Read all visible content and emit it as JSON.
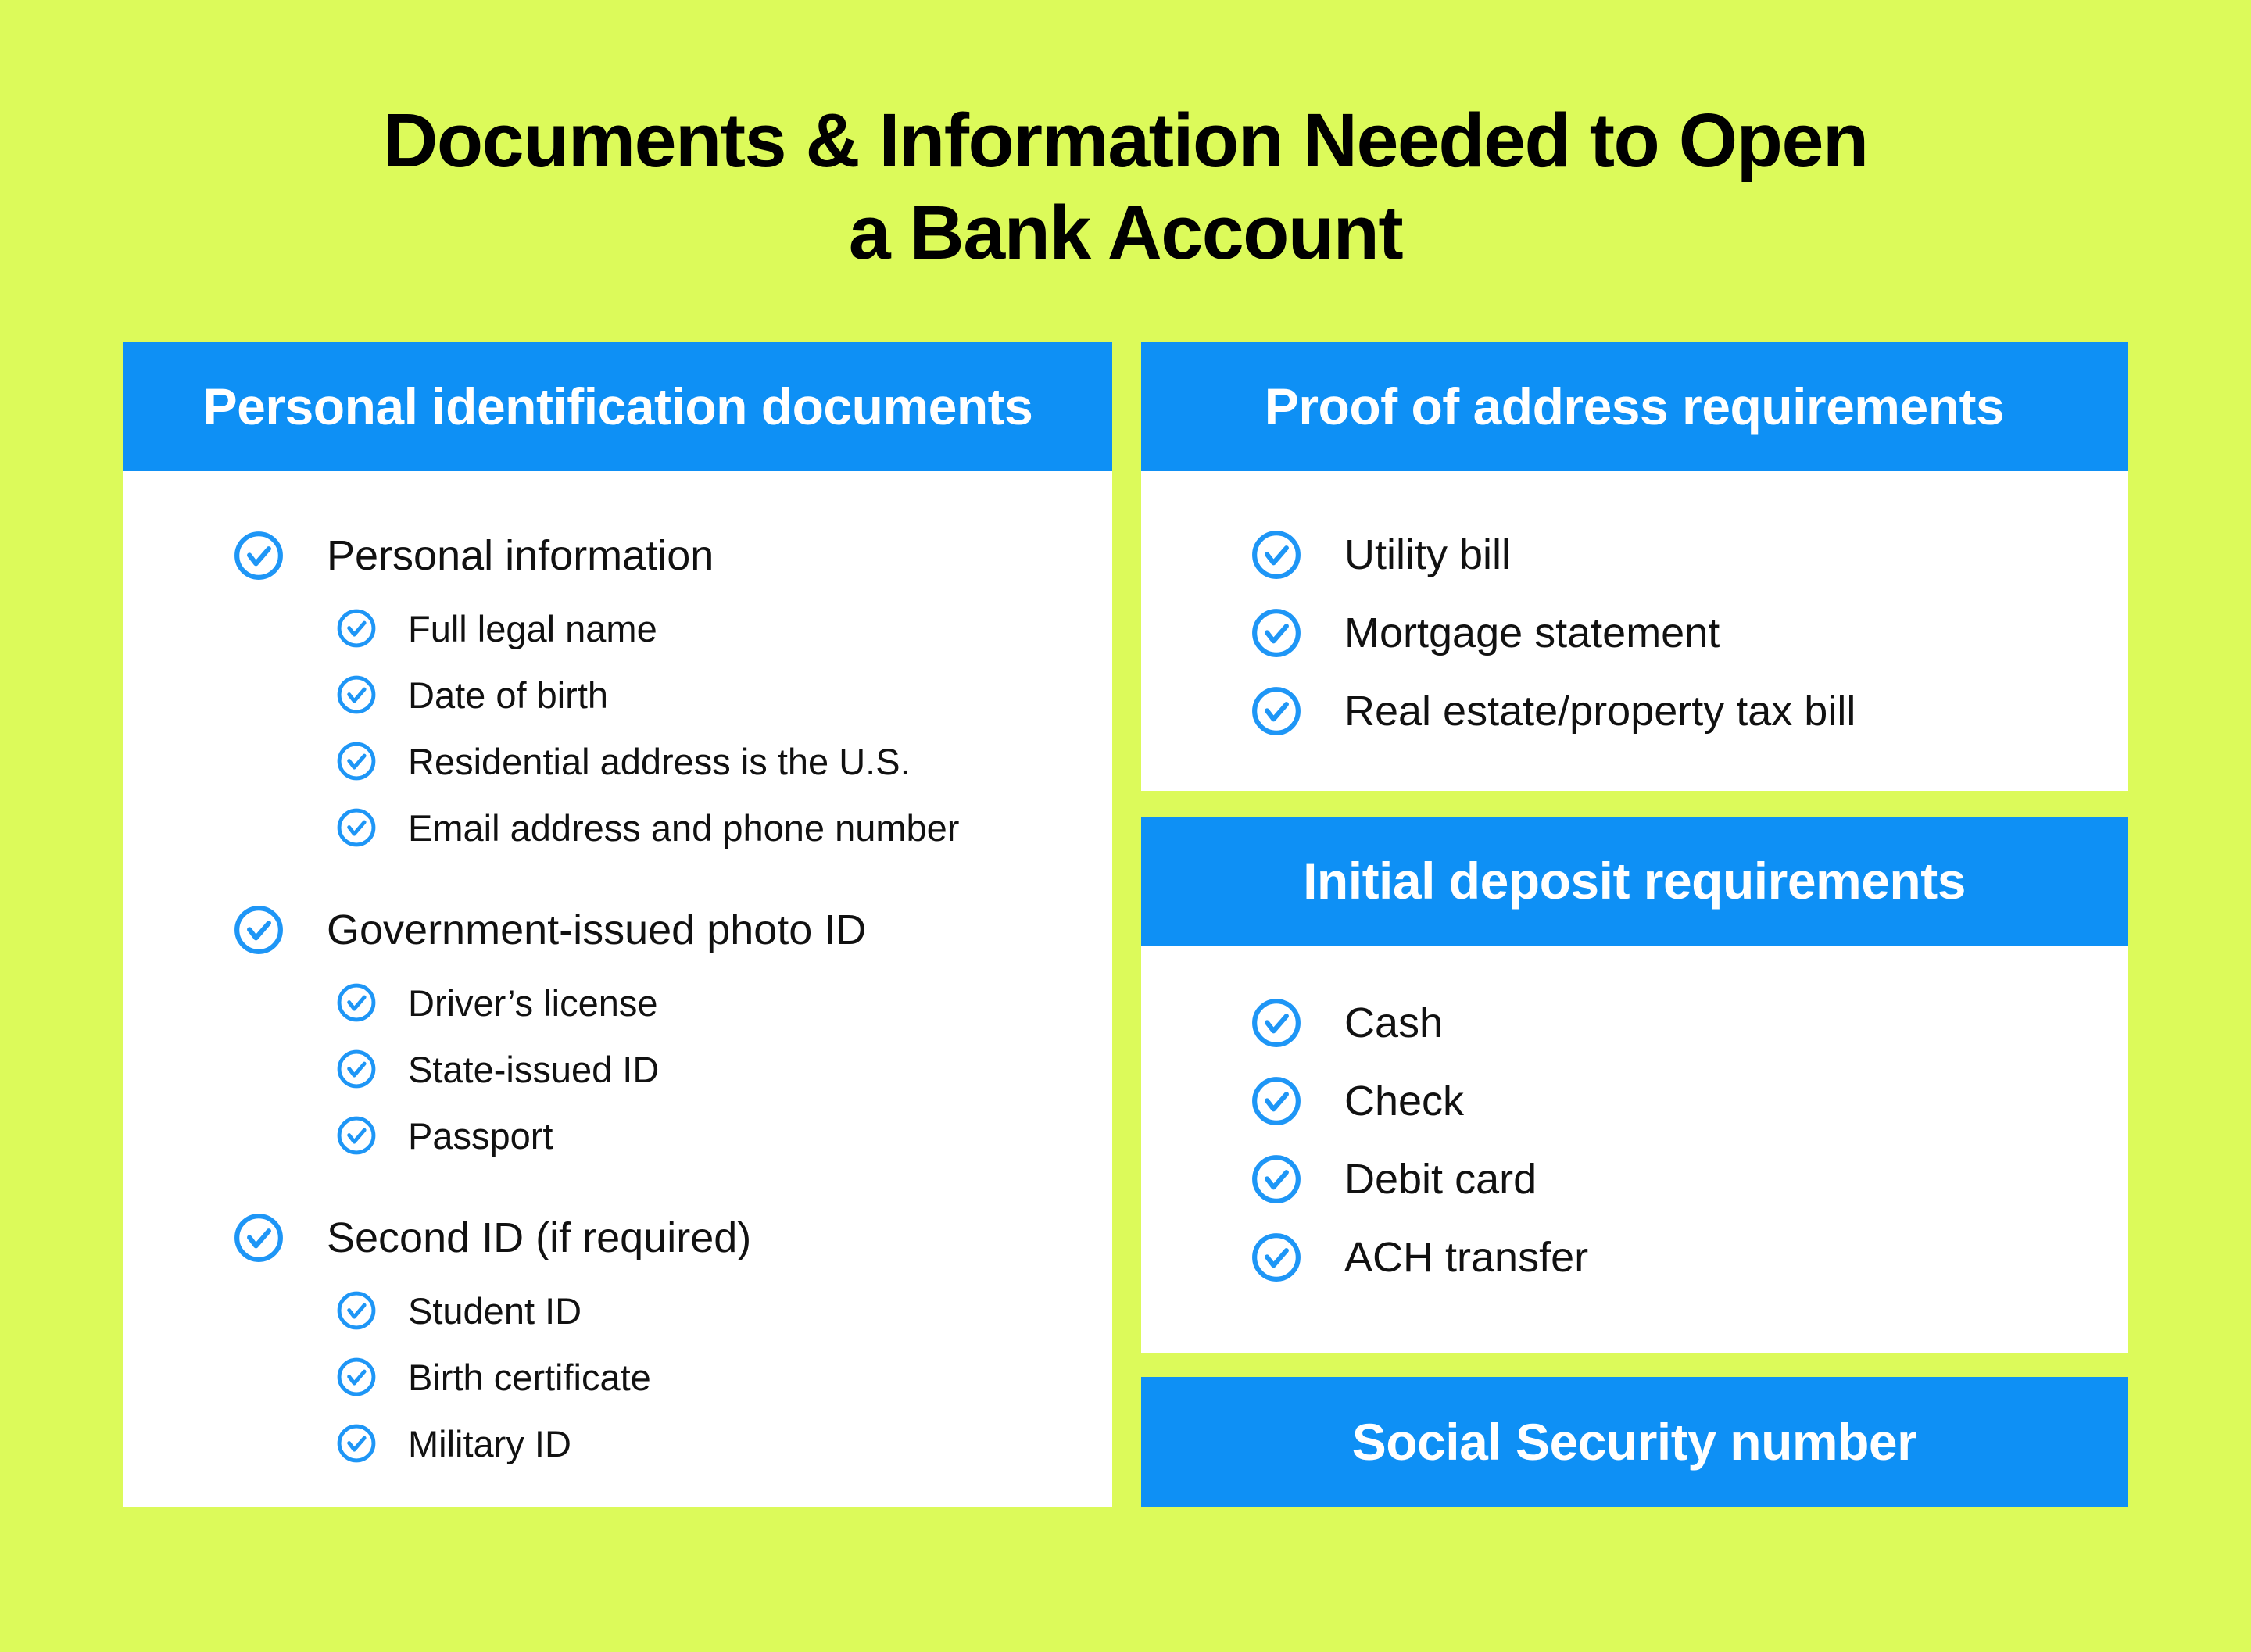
{
  "title": {
    "line1": "Documents & Information Needed to Open",
    "line2": "a Bank Account"
  },
  "colors": {
    "background": "#DCFA5A",
    "accent_blue": "#0E90F5",
    "check_icon_blue": "#1E96F6",
    "panel_white": "#FFFFFF",
    "text_black": "#000000"
  },
  "icons": {
    "check": "check-circle-icon"
  },
  "left_panel": {
    "header": "Personal identification documents",
    "groups": [
      {
        "label": "Personal information",
        "items": [
          "Full legal name",
          "Date of birth",
          "Residential address is the U.S.",
          "Email address and phone number"
        ]
      },
      {
        "label": "Government-issued photo ID",
        "items": [
          "Driver’s license",
          "State-issued ID",
          "Passport"
        ]
      },
      {
        "label": "Second ID (if required)",
        "items": [
          "Student ID",
          "Birth certificate",
          "Military ID"
        ]
      }
    ]
  },
  "right_panel": {
    "sections": [
      {
        "header": "Proof of address requirements",
        "items": [
          "Utility bill",
          "Mortgage statement",
          "Real estate/property tax bill"
        ]
      },
      {
        "header": "Initial deposit requirements",
        "items": [
          "Cash",
          "Check",
          "Debit card",
          "ACH transfer"
        ]
      },
      {
        "header": "Social Security number",
        "items": []
      }
    ]
  }
}
